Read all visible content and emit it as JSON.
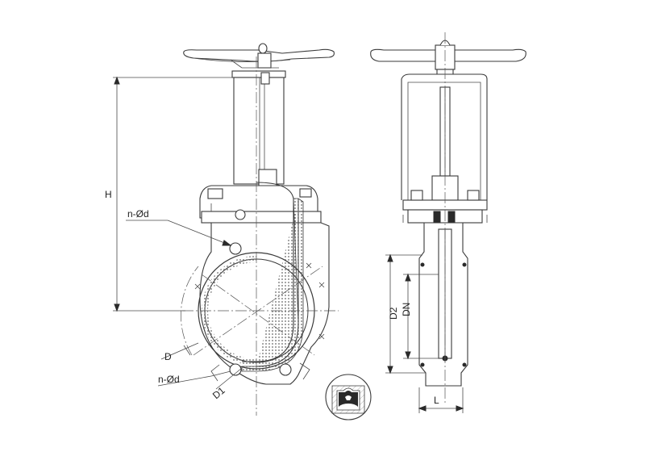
{
  "labels": {
    "h": "H",
    "n_od_upper": "n-Ød",
    "n_od_lower": "n-Ød",
    "d": "D",
    "d1": "D1",
    "d2": "D2",
    "dn": "DN",
    "l": "L"
  },
  "colors": {
    "line": "#3a3a3a",
    "fill": "#ffffff",
    "dark_part": "#2a2a2a"
  }
}
